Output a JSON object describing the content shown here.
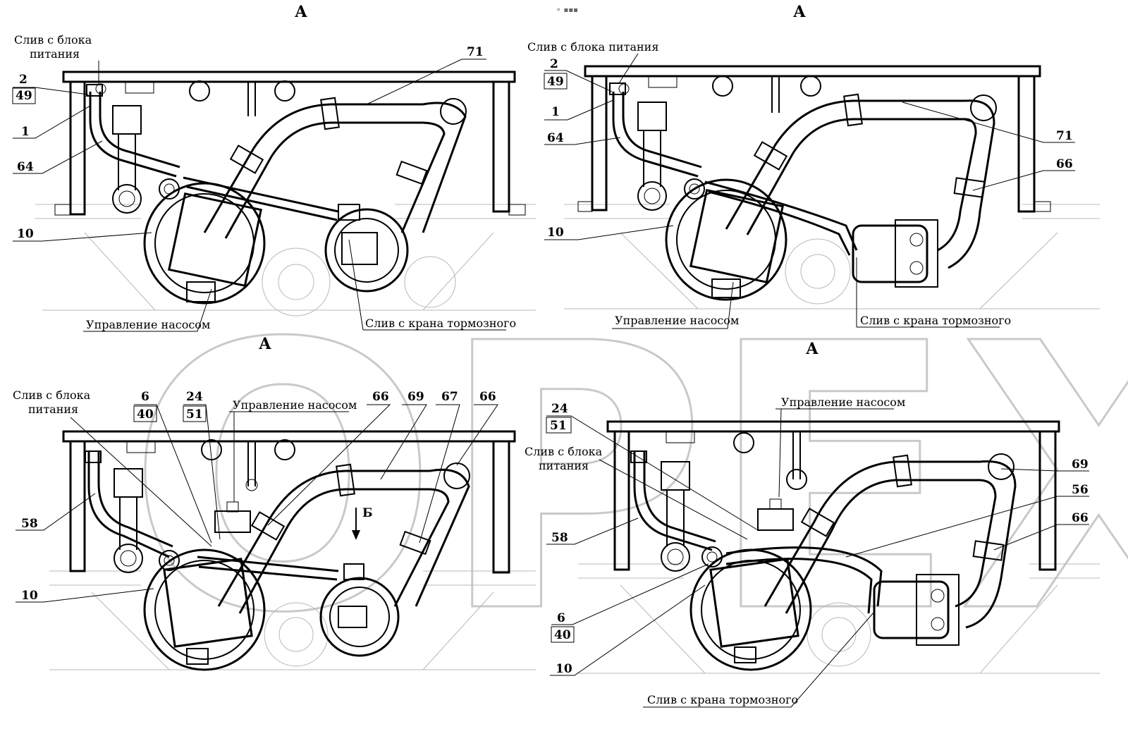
{
  "watermark": "OPEX",
  "small_mark": "⚬ ▪▪▪",
  "panels": [
    {
      "id": "top-left",
      "view_label": "А",
      "labels": {
        "drain_power": [
          "Слив с блока",
          "питания"
        ],
        "pump_control": "Управление насосом",
        "brake_drain": "Слив с крана тормозного"
      },
      "callouts": [
        "71",
        "2",
        "49",
        "1",
        "64",
        "10"
      ]
    },
    {
      "id": "top-right",
      "view_label": "А",
      "labels": {
        "drain_power": [
          "Слив с блока питания"
        ],
        "pump_control": "Управление насосом",
        "brake_drain": "Слив с крана тормозного"
      },
      "callouts": [
        "2",
        "49",
        "1",
        "64",
        "71",
        "66",
        "10"
      ]
    },
    {
      "id": "bottom-left",
      "view_label": "А",
      "arrow_label": "Б",
      "labels": {
        "drain_power": [
          "Слив с блока",
          "питания"
        ],
        "pump_control": "Управление насосом"
      },
      "callouts": [
        "6",
        "40",
        "24",
        "51",
        "66",
        "69",
        "67",
        "66",
        "58",
        "10"
      ]
    },
    {
      "id": "bottom-right",
      "view_label": "А",
      "labels": {
        "drain_power": [
          "Слив с блока",
          "питания"
        ],
        "pump_control": "Управление насосом",
        "brake_drain": "Слив с крана тормозного"
      },
      "callouts": [
        "24",
        "51",
        "69",
        "56",
        "66",
        "58",
        "6",
        "40",
        "10"
      ]
    }
  ]
}
